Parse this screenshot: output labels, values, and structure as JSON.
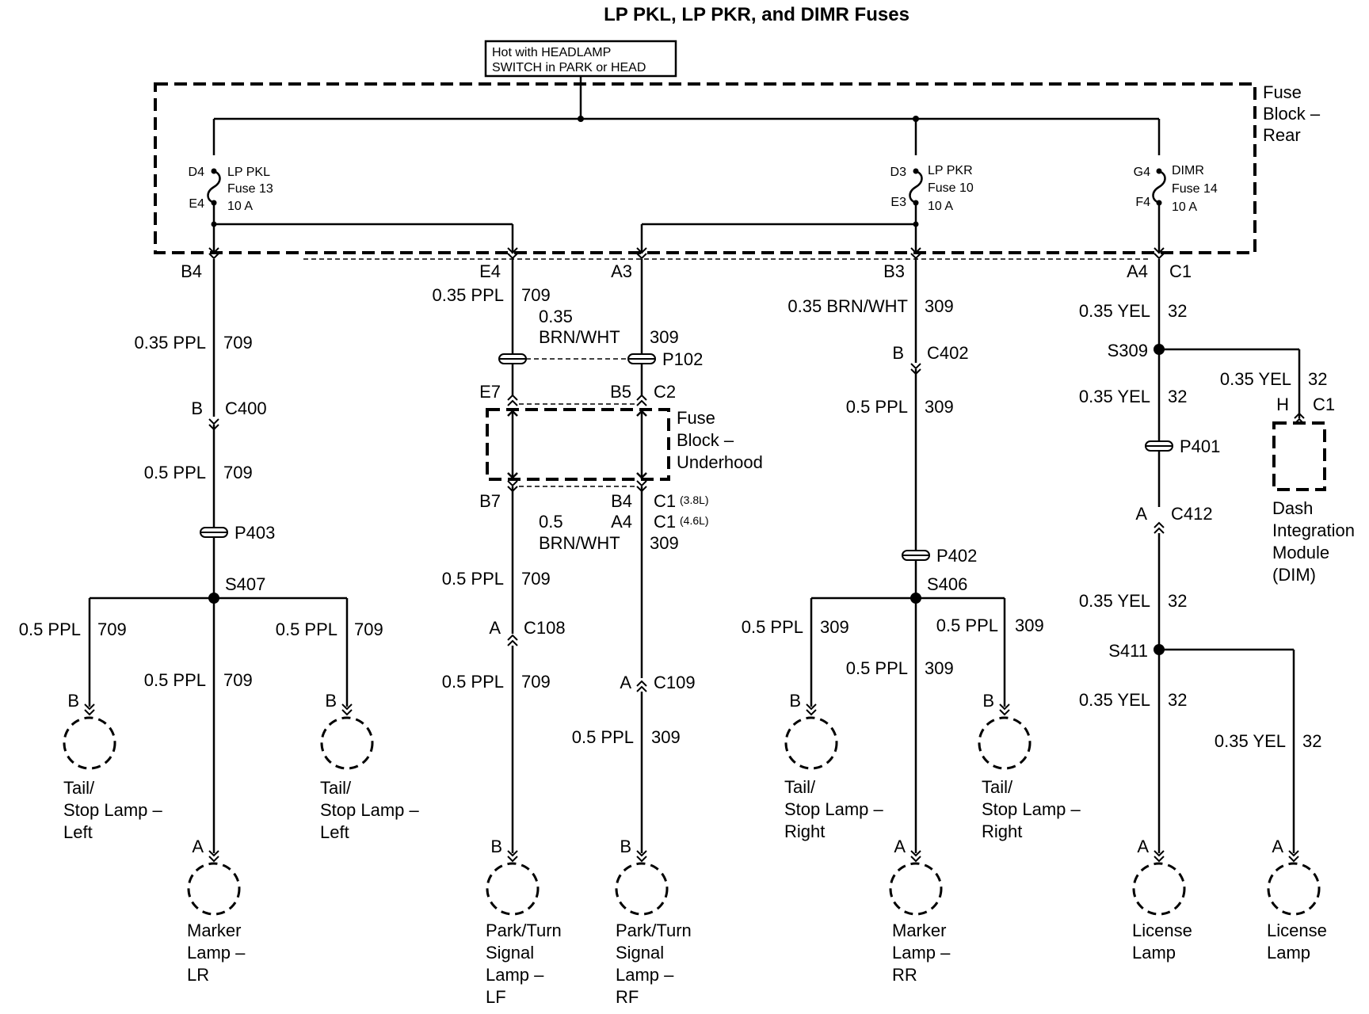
{
  "title": "LP PKL, LP PKR, and DIMR Fuses",
  "hot_note": {
    "line1": "Hot with HEADLAMP",
    "line2": "SWITCH in PARK or HEAD"
  },
  "fuse_block_rear": [
    "Fuse",
    "Block –",
    "Rear"
  ],
  "fuse_block_underhood": [
    "Fuse",
    "Block –",
    "Underhood"
  ],
  "fuses": [
    {
      "in_pin": "D4",
      "out_pin": "E4",
      "name": "LP PKL",
      "fuse": "Fuse 13",
      "rating": "10 A"
    },
    {
      "in_pin": "D3",
      "out_pin": "E3",
      "name": "LP PKR",
      "fuse": "Fuse 10",
      "rating": "10 A"
    },
    {
      "in_pin": "G4",
      "out_pin": "F4",
      "name": "DIMR",
      "fuse": "Fuse 14",
      "rating": "10 A"
    }
  ],
  "connectors": {
    "b4": "B4",
    "e4": "E4",
    "a3": "A3",
    "b3": "B3",
    "a4": "A4",
    "c1": "C1",
    "e7": "E7",
    "b5": "B5",
    "c2": "C2",
    "b7": "B7",
    "b4u": "B4",
    "a4u": "A4",
    "c1a": "C1",
    "c1a_note": "(3.8L)",
    "c1b": "C1",
    "c1b_note": "(4.6L)",
    "c400_pin": "B",
    "c400": "C400",
    "c108_pin": "A",
    "c108": "C108",
    "c109_pin": "A",
    "c109": "C109",
    "c402_pin": "B",
    "c402": "C402",
    "c412_pin": "A",
    "c412": "C412",
    "dim_pin": "H",
    "dim_conn": "C1"
  },
  "splices": {
    "p102": "P102",
    "p403": "P403",
    "p402": "P402",
    "p401": "P401",
    "s407": "S407",
    "s406": "S406",
    "s309": "S309",
    "s411": "S411"
  },
  "wires": {
    "w1_size": "0.35 PPL",
    "w1_num": "709",
    "w2_size": "0.5 PPL",
    "w2_num": "709",
    "w3_size": "0.35 PPL",
    "w3_num": "709",
    "w4a": "0.35",
    "w4b": "BRN/WHT",
    "w4_num": "309",
    "w5a": "0.5",
    "w5b": "BRN/WHT",
    "w5_num": "309",
    "w6_size": "0.5 PPL",
    "w6_num": "709",
    "w7_size": "0.5 PPL",
    "w7_num": "709",
    "w8_size": "0.5 PPL",
    "w8_num": "309",
    "w9_size": "0.35 BRN/WHT",
    "w9_num": "309",
    "w10_size": "0.5 PPL",
    "w10_num": "309",
    "w11_size": "0.35 YEL",
    "w11_num": "32",
    "w12_size": "0.35 YEL",
    "w12_num": "32",
    "w13_size": "0.35 YEL",
    "w13_num": "32",
    "w14_size": "0.35 YEL",
    "w14_num": "32",
    "w15_size": "0.35 YEL",
    "w15_num": "32",
    "w16_size": "0.35 YEL",
    "w16_num": "32",
    "b1_size": "0.5 PPL",
    "b1_num": "709",
    "b2_size": "0.5 PPL",
    "b2_num": "709",
    "b3_size": "0.5 PPL",
    "b3_num": "709",
    "b4_size": "0.5 PPL",
    "b4_num": "309",
    "b5_size": "0.5 PPL",
    "b5_num": "309",
    "b6_size": "0.5 PPL",
    "b6_num": "309"
  },
  "lamps": {
    "tsl1_pin": "B",
    "tsl1": [
      "Tail/",
      "Stop Lamp –",
      "Left"
    ],
    "tsl2_pin": "B",
    "tsl2": [
      "Tail/",
      "Stop Lamp –",
      "Left"
    ],
    "mlr_pin": "A",
    "mlr": [
      "Marker",
      "Lamp –",
      "LR"
    ],
    "plf_pin": "B",
    "plf": [
      "Park/Turn",
      "Signal",
      "Lamp –",
      "LF"
    ],
    "prf_pin": "B",
    "prf": [
      "Park/Turn",
      "Signal",
      "Lamp –",
      "RF"
    ],
    "tsr1_pin": "B",
    "tsr1": [
      "Tail/",
      "Stop Lamp –",
      "Right"
    ],
    "tsr2_pin": "B",
    "tsr2": [
      "Tail/",
      "Stop Lamp –",
      "Right"
    ],
    "mrr_pin": "A",
    "mrr": [
      "Marker",
      "Lamp –",
      "RR"
    ],
    "lic1_pin": "A",
    "lic1": [
      "License",
      "Lamp"
    ],
    "lic2_pin": "A",
    "lic2": [
      "License",
      "Lamp"
    ]
  },
  "dim": [
    "Dash",
    "Integration",
    "Module",
    "(DIM)"
  ]
}
